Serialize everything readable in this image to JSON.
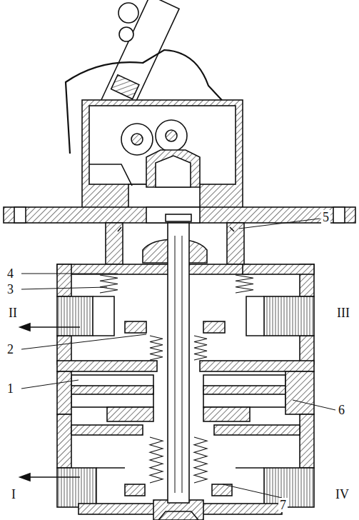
{
  "diagram": {
    "labels": [
      "5",
      "4",
      "3",
      "II",
      "III",
      "2",
      "1",
      "6",
      "I",
      "IV",
      "7"
    ]
  }
}
